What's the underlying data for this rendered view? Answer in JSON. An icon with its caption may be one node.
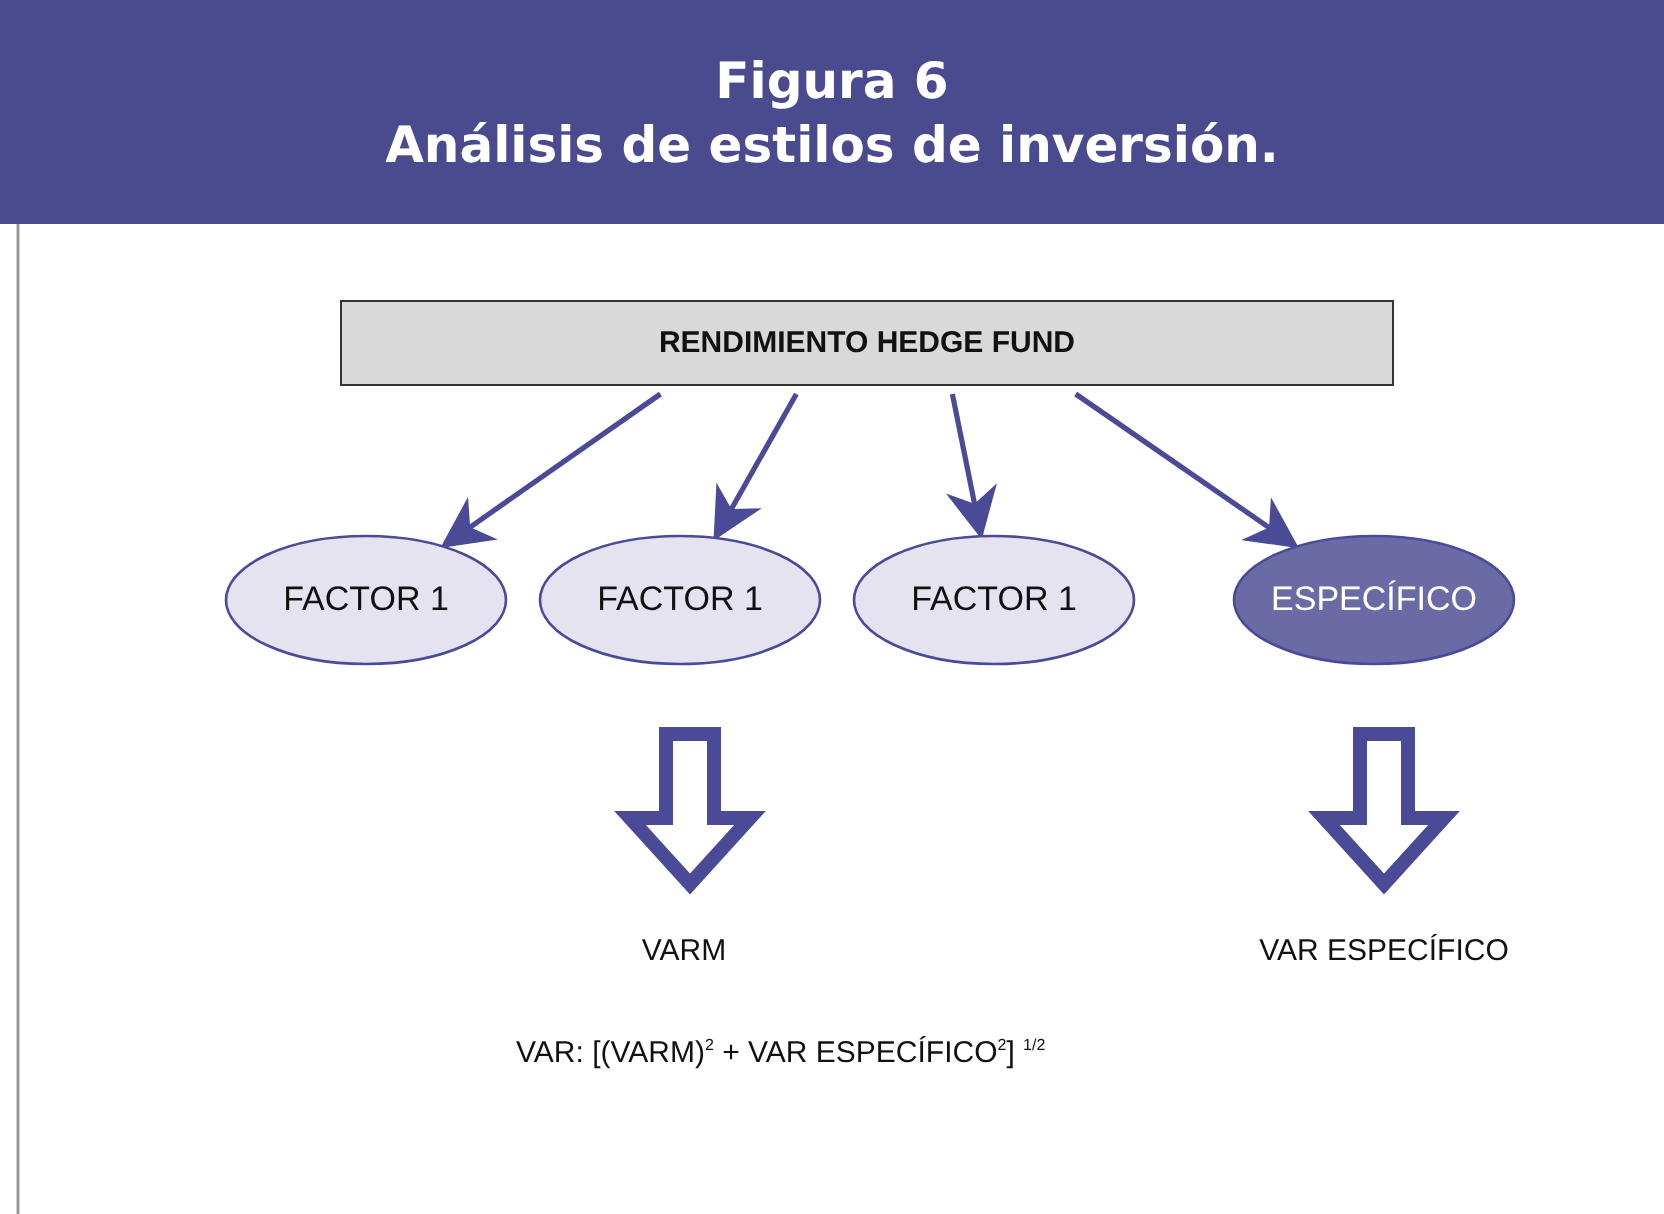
{
  "diagram": {
    "title": "Análisis de estilos de inversión.",
    "nodes": [
      {
        "text": [
          "RENDIMIENTO HEDGE FUND"
        ]
      },
      {
        "text": [
          "FACTOR 1"
        ]
      },
      {
        "text": [
          "FACTOR 1"
        ]
      },
      {
        "text": [
          "FACTOR 1"
        ]
      },
      {
        "text": [
          "ESPECÍFICO"
        ]
      },
      {
        "text": [
          "VARM"
        ]
      },
      {
        "text": [
          "VAR ESPECÍFICO"
        ]
      }
    ],
    "edges": [
      {
        "from": 0,
        "to": 1,
        "arrow": "to"
      },
      {
        "from": 0,
        "to": 2,
        "arrow": "to"
      },
      {
        "from": 0,
        "to": 3,
        "arrow": "to"
      },
      {
        "from": 0,
        "to": 4,
        "arrow": "to"
      },
      {
        "from": 2,
        "to": 5,
        "arrow": "to",
        "style": "thick"
      },
      {
        "from": 4,
        "to": 6,
        "arrow": "to",
        "style": "thick"
      }
    ],
    "labels": [
      "Figura 6",
      "VAR: [(VARM)$^{2}$ + VAR ESPECÍFICO$^{2}$] $^{1/2}$"
    ]
  }
}
